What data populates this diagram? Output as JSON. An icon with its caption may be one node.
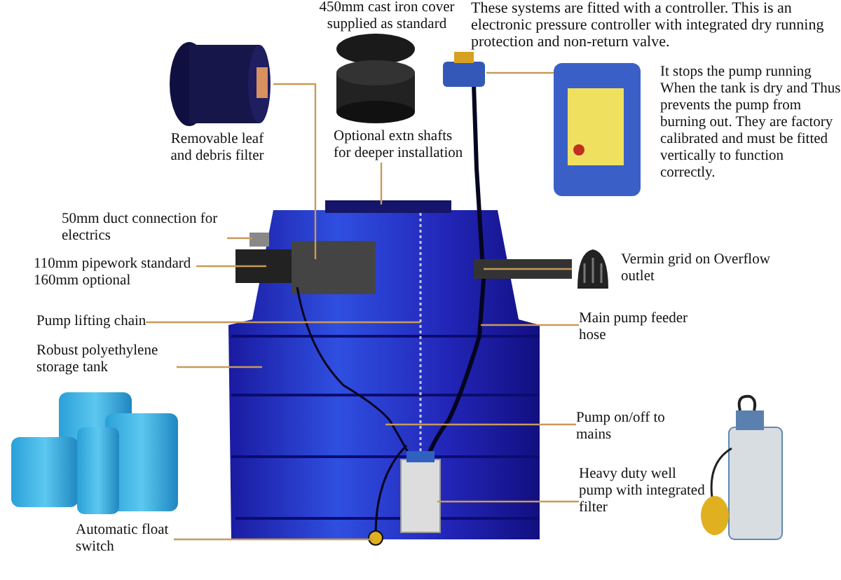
{
  "diagram": {
    "nodes": [
      {
        "text": [
          "Removable leaf and debris filter"
        ]
      },
      {
        "text": [
          "Optional extn shafts for deeper installation"
        ]
      },
      {
        "text": [
          "50mm duct connection for electrics"
        ]
      },
      {
        "text": [
          "110mm pipework standard 160mm optional"
        ]
      },
      {
        "text": [],
        "shape": "picture"
      },
      {
        "text": [
          "Vermin grid on Overflow outlet"
        ]
      },
      {
        "text": [
          "Pump lifting chain"
        ]
      },
      {
        "text": [
          "Robust polyethylene storage tank"
        ]
      },
      {
        "text": [
          "Main pump feeder hose"
        ]
      },
      {
        "text": [
          "Pump on/off to mains"
        ]
      },
      {
        "text": [
          "Heavy duty well pump with integrated filter"
        ]
      },
      {
        "text": [
          "Automatic float switch"
        ]
      }
    ],
    "edges": [
      {
        "from": 0,
        "to": null,
        "arrow": "none"
      },
      {
        "from": 1,
        "to": null,
        "arrow": "none"
      },
      {
        "from": 2,
        "to": null,
        "arrow": "none"
      },
      {
        "from": 3,
        "to": null,
        "arrow": "none"
      },
      {
        "from": 4,
        "to": null,
        "arrow": "none"
      },
      {
        "from": 5,
        "to": null,
        "arrow": "none"
      },
      {
        "from": 6,
        "to": null,
        "arrow": "none"
      },
      {
        "from": 7,
        "to": null,
        "arrow": "none"
      },
      {
        "from": 8,
        "to": null,
        "arrow": "none"
      },
      {
        "from": 9,
        "to": null,
        "arrow": "none"
      },
      {
        "from": 10,
        "to": null,
        "arrow": "none"
      },
      {
        "from": 11,
        "to": null,
        "arrow": "none"
      }
    ],
    "labels": [
      "450mm cast iron cover supplied as standard",
      "These systems are fitted with a controller. This is an electronic pressure controller with integrated dry running protection and non-return valve.",
      "It stops the pump running When the tank is dry and Thus prevents the pump from burning out. They are factory calibrated and must be fitted vertically to function correctly."
    ]
  }
}
